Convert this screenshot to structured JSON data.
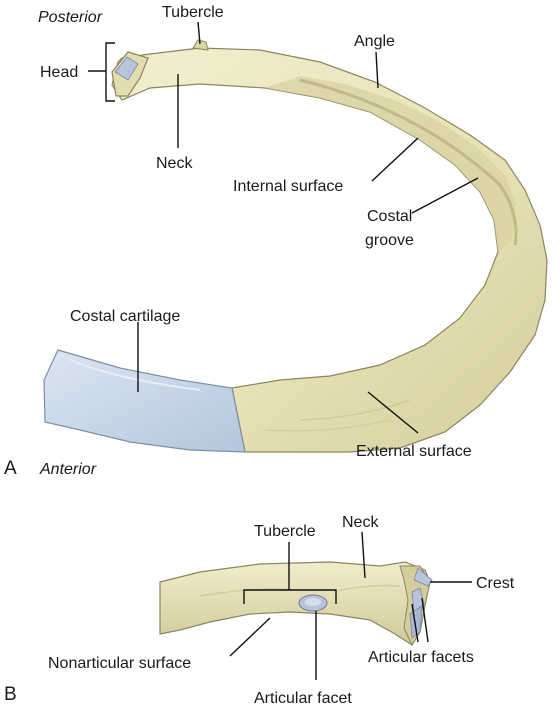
{
  "panel_a": {
    "panel_letter": "A",
    "orientation_top": "Posterior",
    "orientation_bottom": "Anterior",
    "labels": {
      "tubercle": "Tubercle",
      "head": "Head",
      "angle": "Angle",
      "neck": "Neck",
      "internal_surface": "Internal surface",
      "costal_groove_line1": "Costal",
      "costal_groove_line2": "groove",
      "costal_cartilage": "Costal cartilage",
      "external_surface": "External surface"
    }
  },
  "panel_b": {
    "panel_letter": "B",
    "labels": {
      "tubercle": "Tubercle",
      "neck": "Neck",
      "crest": "Crest",
      "articular_facets": "Articular facets",
      "nonarticular_surface": "Nonarticular surface",
      "articular_facet": "Articular facet"
    }
  },
  "colors": {
    "bone": "#ebe6be",
    "bone_shadow": "#cfc897",
    "cartilage": "#c7d6e8",
    "cartilage_shadow": "#a9bdd6",
    "facet": "#b8c4dc",
    "outline": "#7d7a58"
  }
}
